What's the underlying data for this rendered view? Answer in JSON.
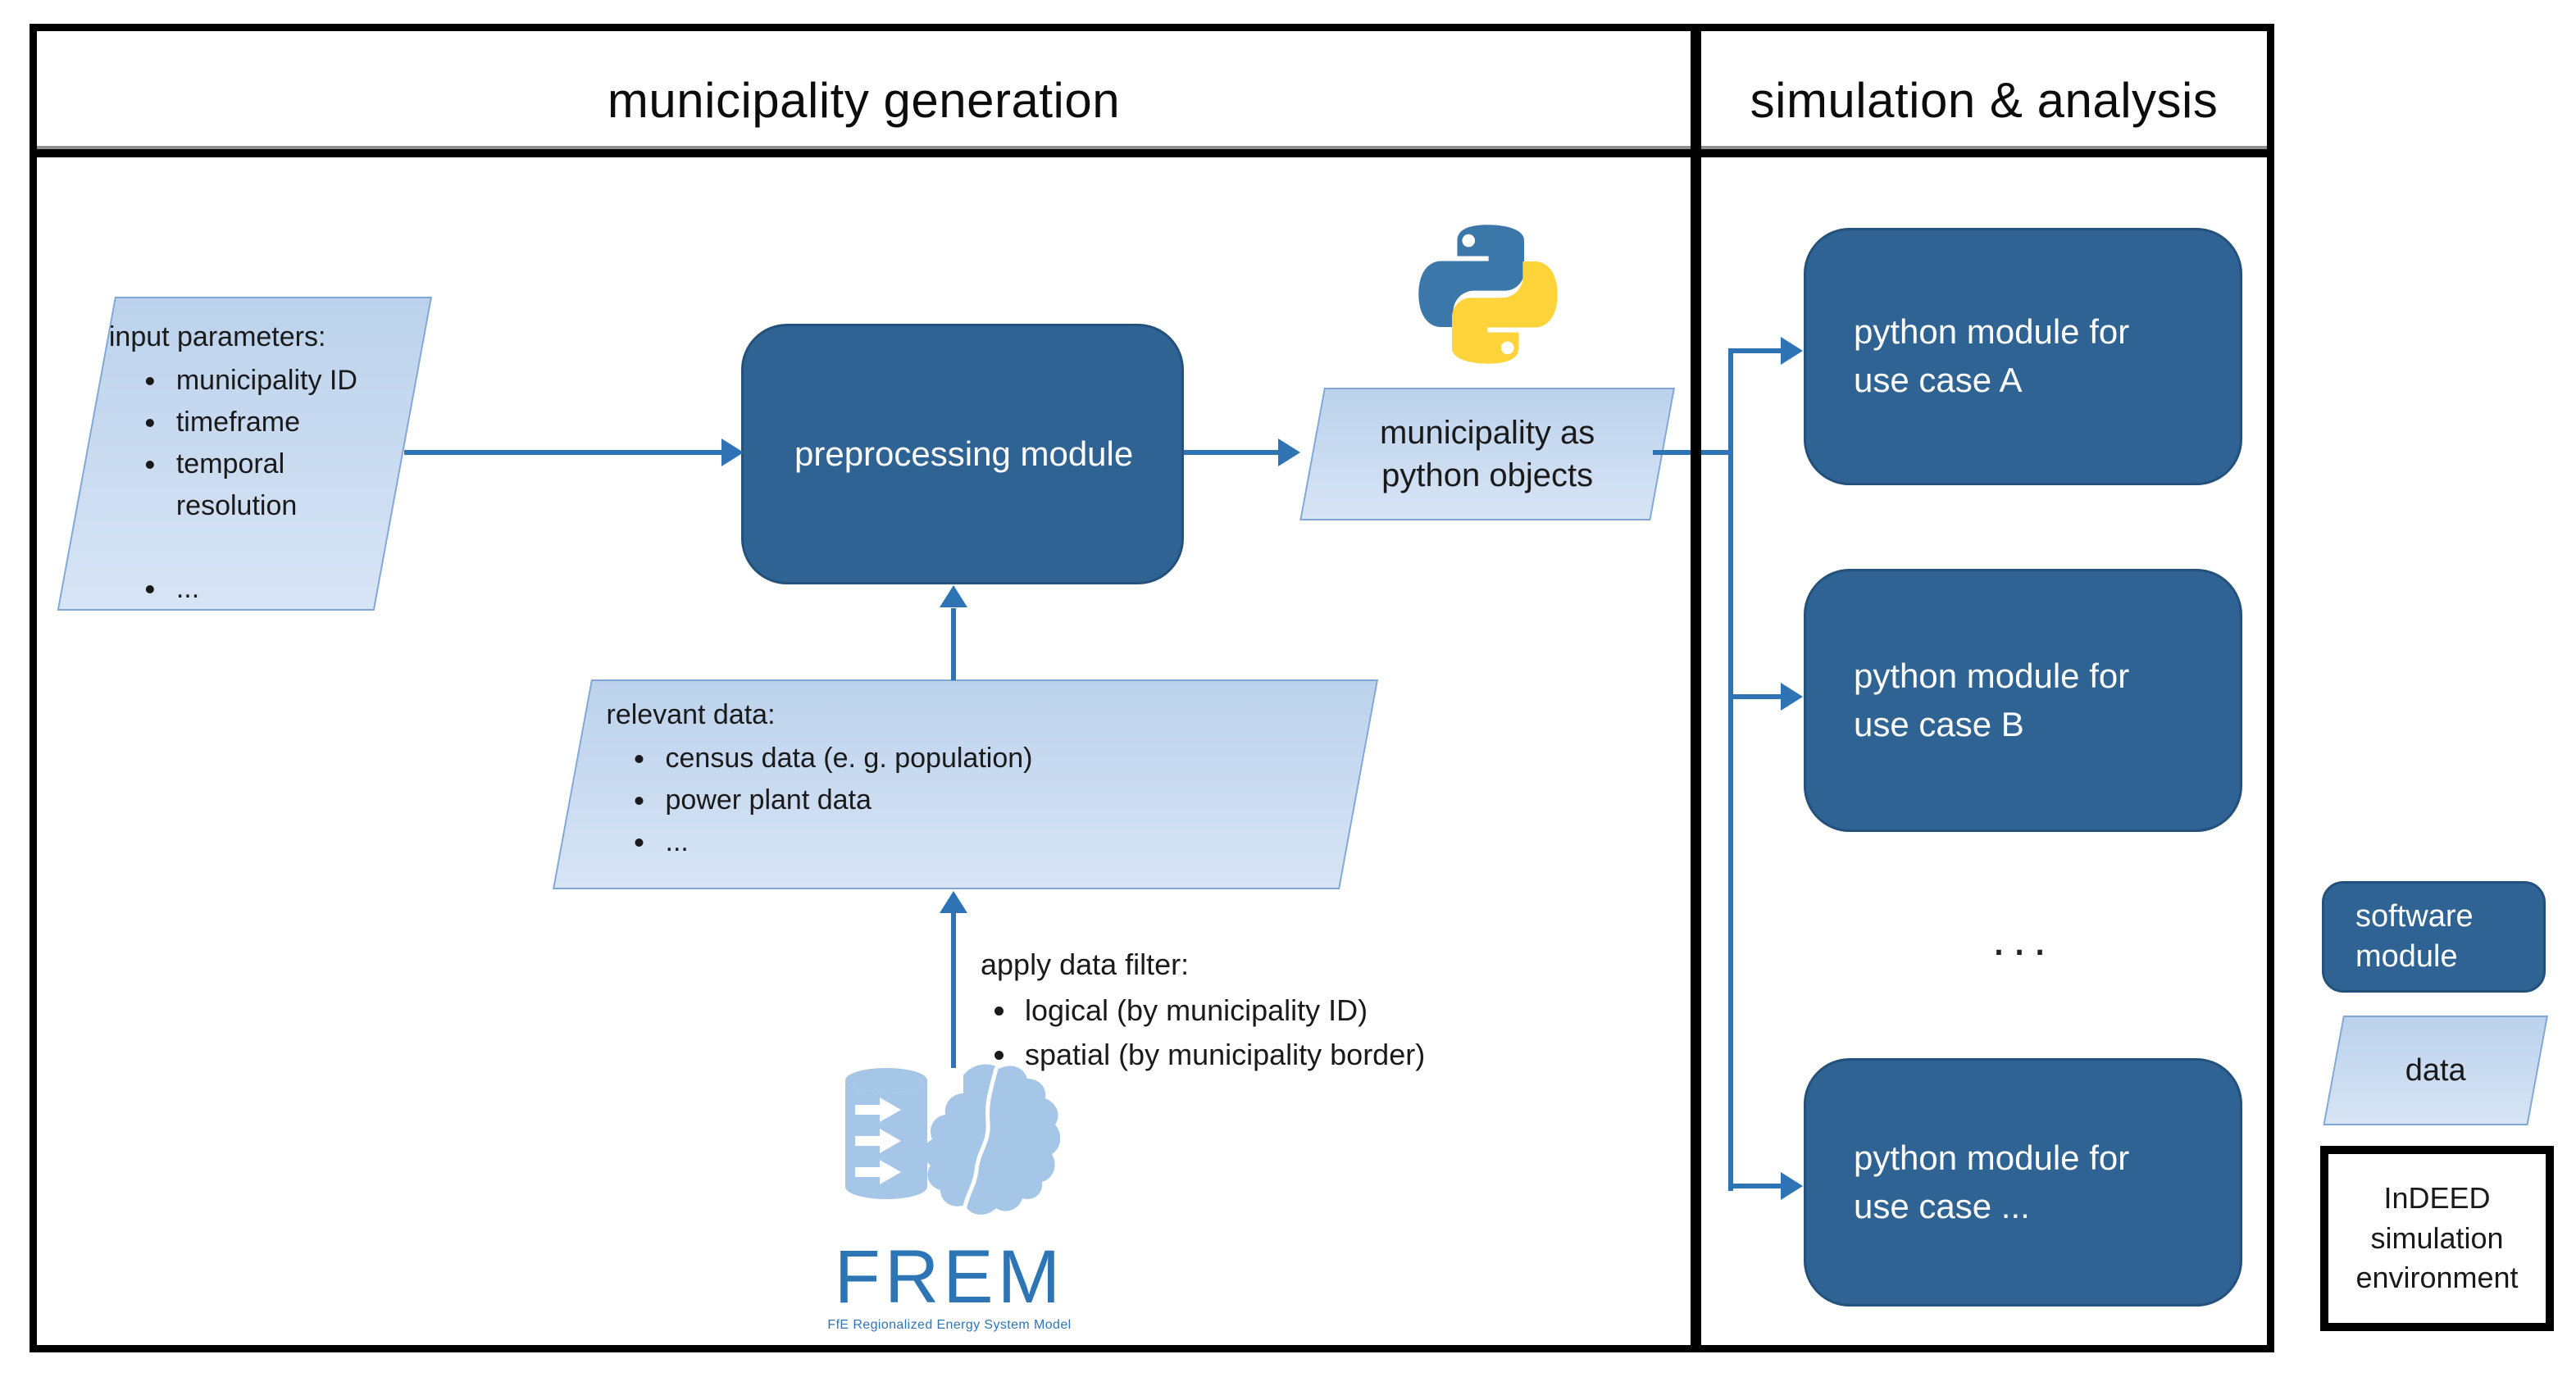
{
  "sections": {
    "left_title": "municipality generation",
    "right_title": "simulation & analysis"
  },
  "input_parameters": {
    "title": "input parameters:",
    "items": [
      "municipality ID",
      "timeframe",
      "temporal resolution",
      "..."
    ]
  },
  "preprocessing_module": {
    "label": "preprocessing module"
  },
  "municipality_objects": {
    "line1": "municipality as",
    "line2": "python objects"
  },
  "relevant_data": {
    "title": "relevant data:",
    "items": [
      "census data (e. g. population)",
      "power plant data",
      "..."
    ]
  },
  "data_filter": {
    "title": "apply data filter:",
    "items": [
      "logical (by municipality ID)",
      "spatial (by municipality border)"
    ]
  },
  "frem_logo": {
    "name": "FREM",
    "subtitle": "FfE Regionalized Energy System Model"
  },
  "use_case_modules": [
    {
      "line1": "python module for",
      "line2": "use case A"
    },
    {
      "line1": "python module for",
      "line2": "use case B"
    },
    {
      "line1": "python module for",
      "line2": "use case ..."
    }
  ],
  "ellipsis": "...",
  "legend": {
    "software_module_label": "software module",
    "data_label": "data",
    "environment_label": "InDEED simulation environment"
  },
  "colors": {
    "software_module_fill": "#2F6394",
    "software_module_border": "#24517C",
    "data_fill_top": "#BCD2EC",
    "data_fill_bottom": "#D7E4F5",
    "data_border": "#7FA7D6",
    "arrow_blue": "#2E74B5",
    "frem_blue": "#2E75B6",
    "frem_light_blue": "#A6C6E7",
    "python_blue": "#3B77A9",
    "python_yellow": "#FFD43B",
    "frame_black": "#000000"
  }
}
